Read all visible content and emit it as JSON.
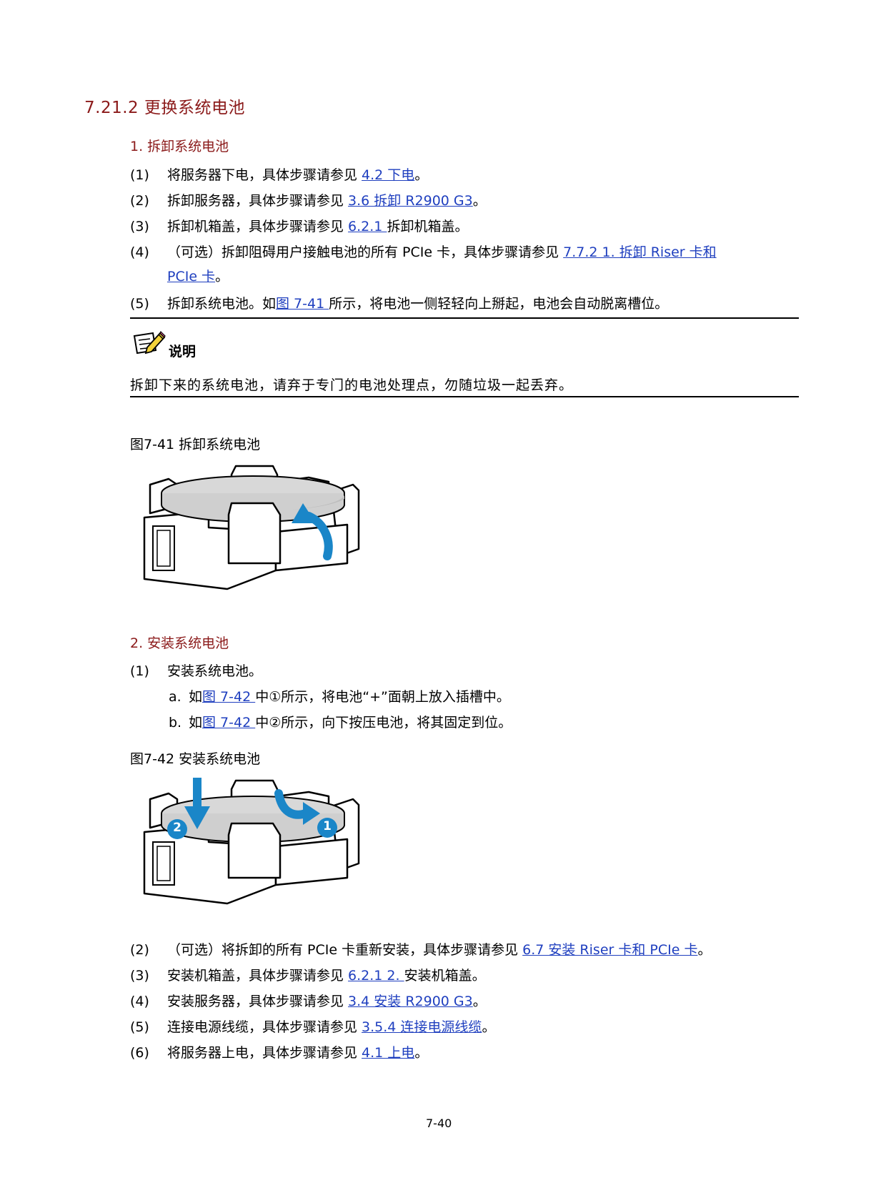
{
  "section": {
    "title": "7.21.2  更换系统电池"
  },
  "remove": {
    "title": "1. 拆卸系统电池",
    "steps": [
      {
        "num": "(1)",
        "pre": "将服务器下电，具体步骤请参见 ",
        "link": "4.2  下电",
        "post": "。"
      },
      {
        "num": "(2)",
        "pre": "拆卸服务器，具体步骤请参见 ",
        "link": "3.6  拆卸 R2900 G3",
        "post": "。"
      },
      {
        "num": "(3)",
        "pre": "拆卸机箱盖，具体步骤请参见 ",
        "link": "6.2.1 ",
        "post": "拆卸机箱盖。"
      },
      {
        "num": "(4)",
        "pre": "（可选）拆卸阻碍用户接触电池的所有 PCIe 卡，具体步骤请参见 ",
        "link": "7.7.2  1. 拆卸 Riser 卡和",
        "link2": "PCIe 卡",
        "post": "。"
      },
      {
        "num": "(5)",
        "pre": "拆卸系统电池。如",
        "link": "图 7-41 ",
        "post": "所示，将电池一侧轻轻向上掰起，电池会自动脱离槽位。"
      }
    ]
  },
  "note": {
    "icon": "pencil-note-icon",
    "title": "说明",
    "text": "拆卸下来的系统电池，请弃于专门的电池处理点，勿随垃圾一起丢弃。"
  },
  "figure1": {
    "title": "图7-41  拆卸系统电池"
  },
  "install": {
    "title": "2. 安装系统电池",
    "step1": {
      "num": "(1)",
      "text": "安装系统电池。"
    },
    "substeps": [
      {
        "mark": "a.",
        "pre": "如",
        "link": "图 7-42 ",
        "post": "中①所示，将电池“+”面朝上放入插槽中。"
      },
      {
        "mark": "b.",
        "pre": "如",
        "link": "图 7-42 ",
        "post": "中②所示，向下按压电池，将其固定到位。"
      }
    ],
    "steps": [
      {
        "num": "(2)",
        "pre": "（可选）将拆卸的所有 PCIe 卡重新安装，具体步骤请参见 ",
        "link": "6.7  安装 Riser 卡和 PCIe 卡",
        "post": "。"
      },
      {
        "num": "(3)",
        "pre": "安装机箱盖，具体步骤请参见 ",
        "link": "6.2.1  2. ",
        "post": "安装机箱盖。"
      },
      {
        "num": "(4)",
        "pre": "安装服务器，具体步骤请参见 ",
        "link": "3.4  安装 R2900 G3",
        "post": "。"
      },
      {
        "num": "(5)",
        "pre": "连接电源线缆，具体步骤请参见 ",
        "link": "3.5.4  连接电源线缆",
        "post": "。"
      },
      {
        "num": "(6)",
        "pre": "将服务器上电，具体步骤请参见 ",
        "link": "4.1  上电",
        "post": "。"
      }
    ]
  },
  "figure2": {
    "title": "图7-42  安装系统电池",
    "callout1": "1",
    "callout2": "2"
  },
  "colors": {
    "heading": "#8b1a1a",
    "link": "#1f3fbf",
    "arrow": "#1a86c8"
  },
  "page_number": "7-40"
}
